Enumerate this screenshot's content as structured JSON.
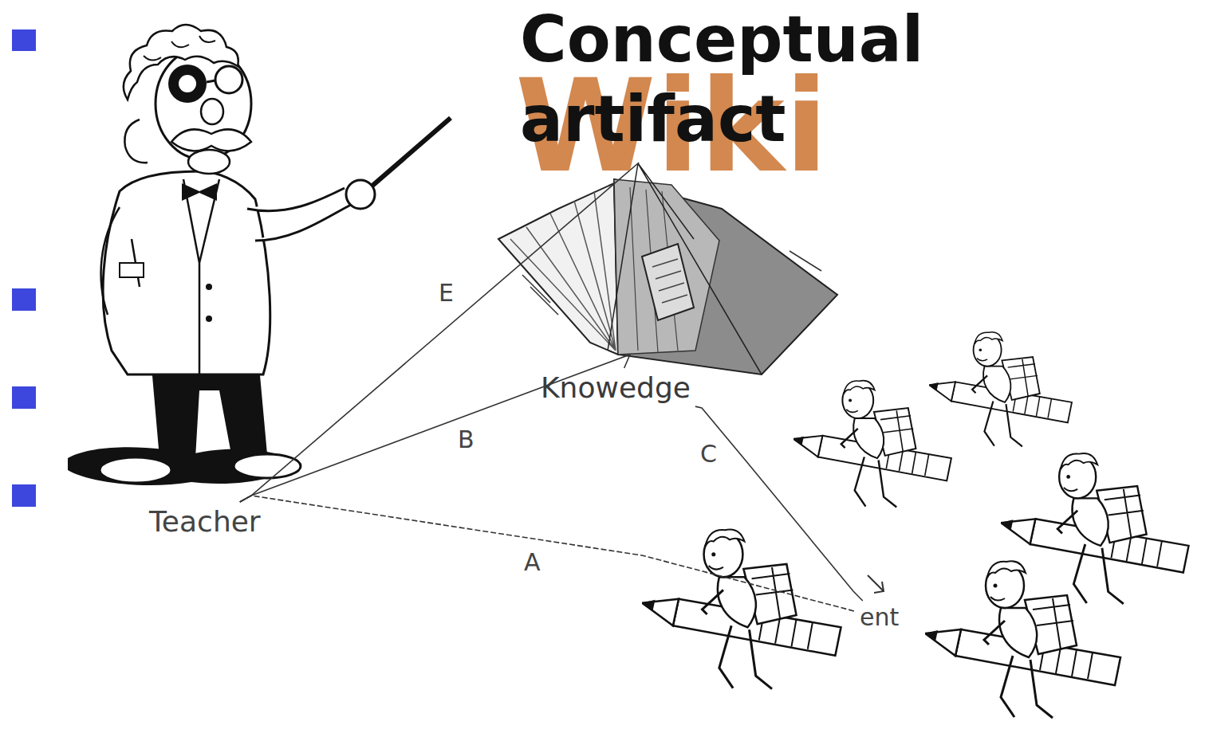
{
  "diagram": {
    "nodes": [
      {
        "text": [
          "Teacher"
        ]
      },
      {
        "text": [
          "Conceptual artifact"
        ]
      },
      {
        "text": [
          "Knowedge"
        ]
      },
      {
        "text": [
          "ent"
        ]
      }
    ],
    "edges": [
      {
        "from": 0,
        "to": 1,
        "label": "E",
        "arrow": "none"
      },
      {
        "from": 0,
        "to": 2,
        "label": "B",
        "arrow": "none"
      },
      {
        "from": 2,
        "to": 3,
        "label": "C",
        "arrow": "none"
      },
      {
        "from": 0,
        "to": 3,
        "label": "A",
        "arrow": "none"
      }
    ],
    "labels": [
      "Wiki"
    ]
  }
}
